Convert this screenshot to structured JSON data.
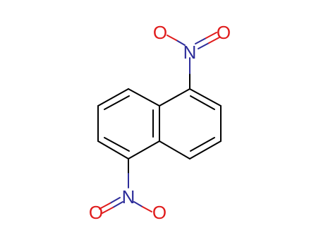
{
  "molecule": {
    "atoms": [
      {
        "label": "N",
        "color": "#2d2d9a"
      },
      {
        "label": "O",
        "color": "#e01b1b"
      },
      {
        "label": "O",
        "color": "#e01b1b"
      },
      {
        "label": "N",
        "color": "#2d2d9a"
      },
      {
        "label": "O",
        "color": "#e01b1b"
      },
      {
        "label": "O",
        "color": "#e01b1b"
      }
    ],
    "bond_color": "#000000"
  }
}
